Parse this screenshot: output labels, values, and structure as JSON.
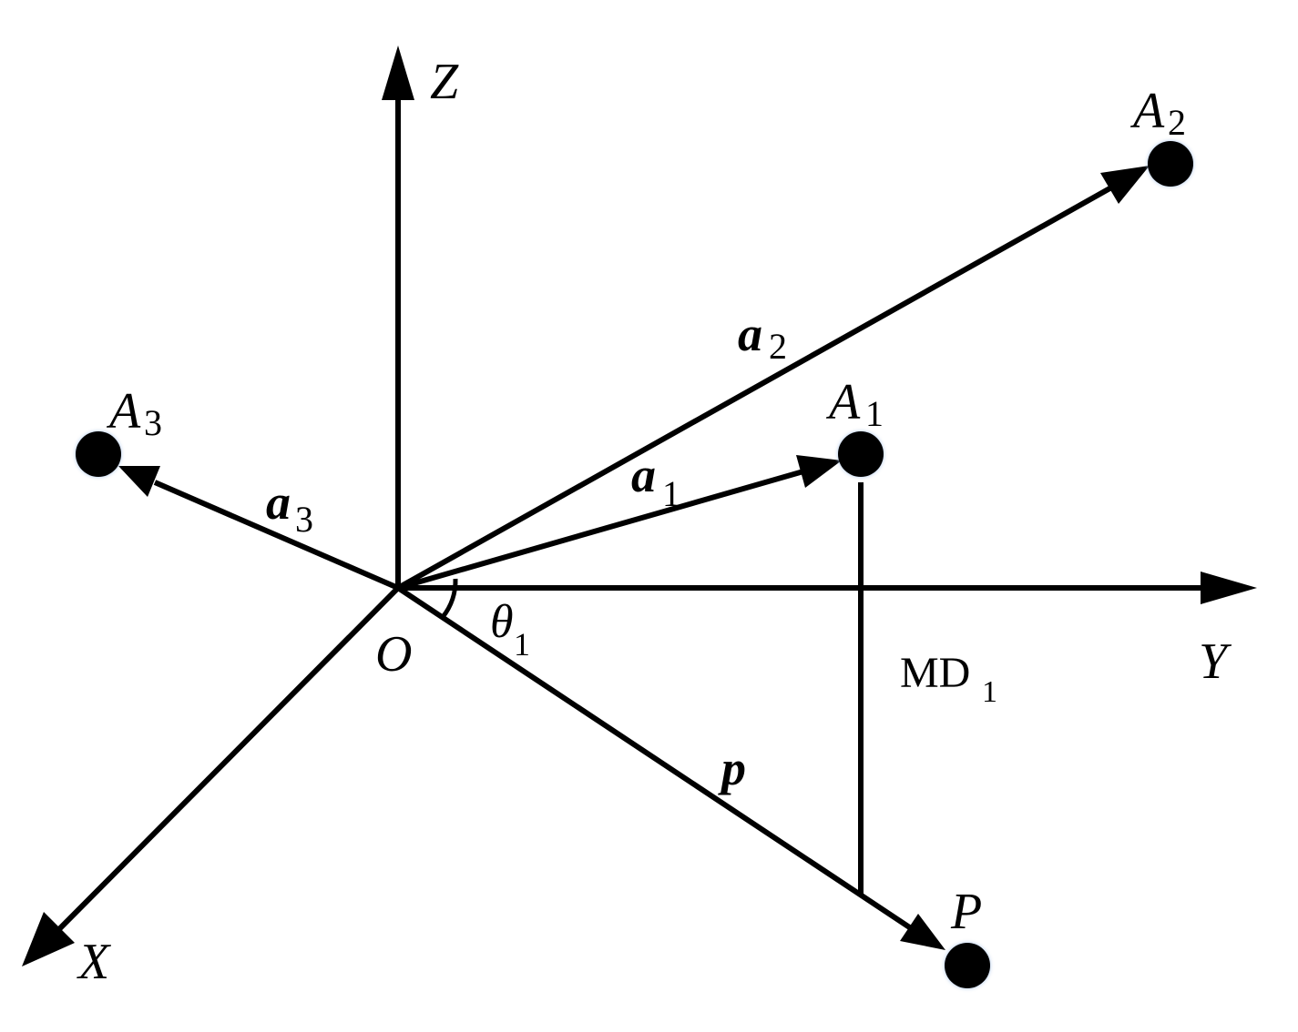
{
  "colors": {
    "stroke": "#000000",
    "background": "#ffffff",
    "point_halo": "#b4c8e8"
  },
  "axes": {
    "x": "X",
    "y": "Y",
    "z": "Z",
    "origin": "O"
  },
  "points": {
    "a1": "A",
    "a1_sub": "1",
    "a2": "A",
    "a2_sub": "2",
    "a3": "A",
    "a3_sub": "3",
    "p": "P"
  },
  "vectors": {
    "v1": "a",
    "v1_sub": "1",
    "v2": "a",
    "v2_sub": "2",
    "v3": "a",
    "v3_sub": "3",
    "vp": "p"
  },
  "angle": {
    "symbol": "θ",
    "sub": "1"
  },
  "distance": {
    "label": "MD",
    "sub": "1"
  }
}
